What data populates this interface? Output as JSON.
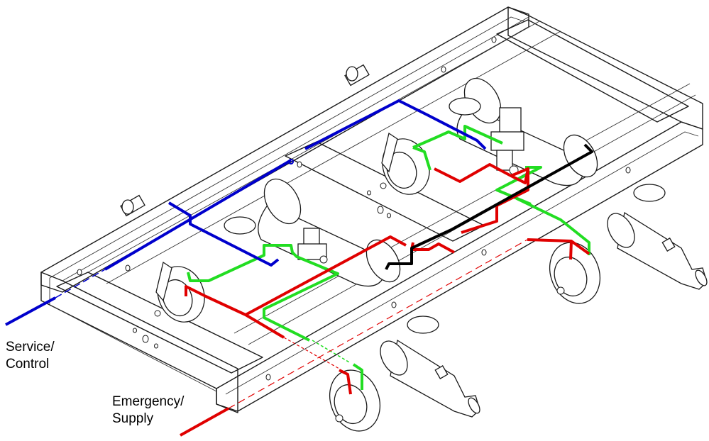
{
  "labels": {
    "service": [
      "Service/",
      "Control"
    ],
    "emergency": [
      "Emergency/",
      "Supply"
    ]
  },
  "colors": {
    "service_line": "#0000cc",
    "emergency_line": "#e00000",
    "green_line": "#22dd22",
    "black_line": "#000000",
    "frame": "#1a1a1a"
  }
}
